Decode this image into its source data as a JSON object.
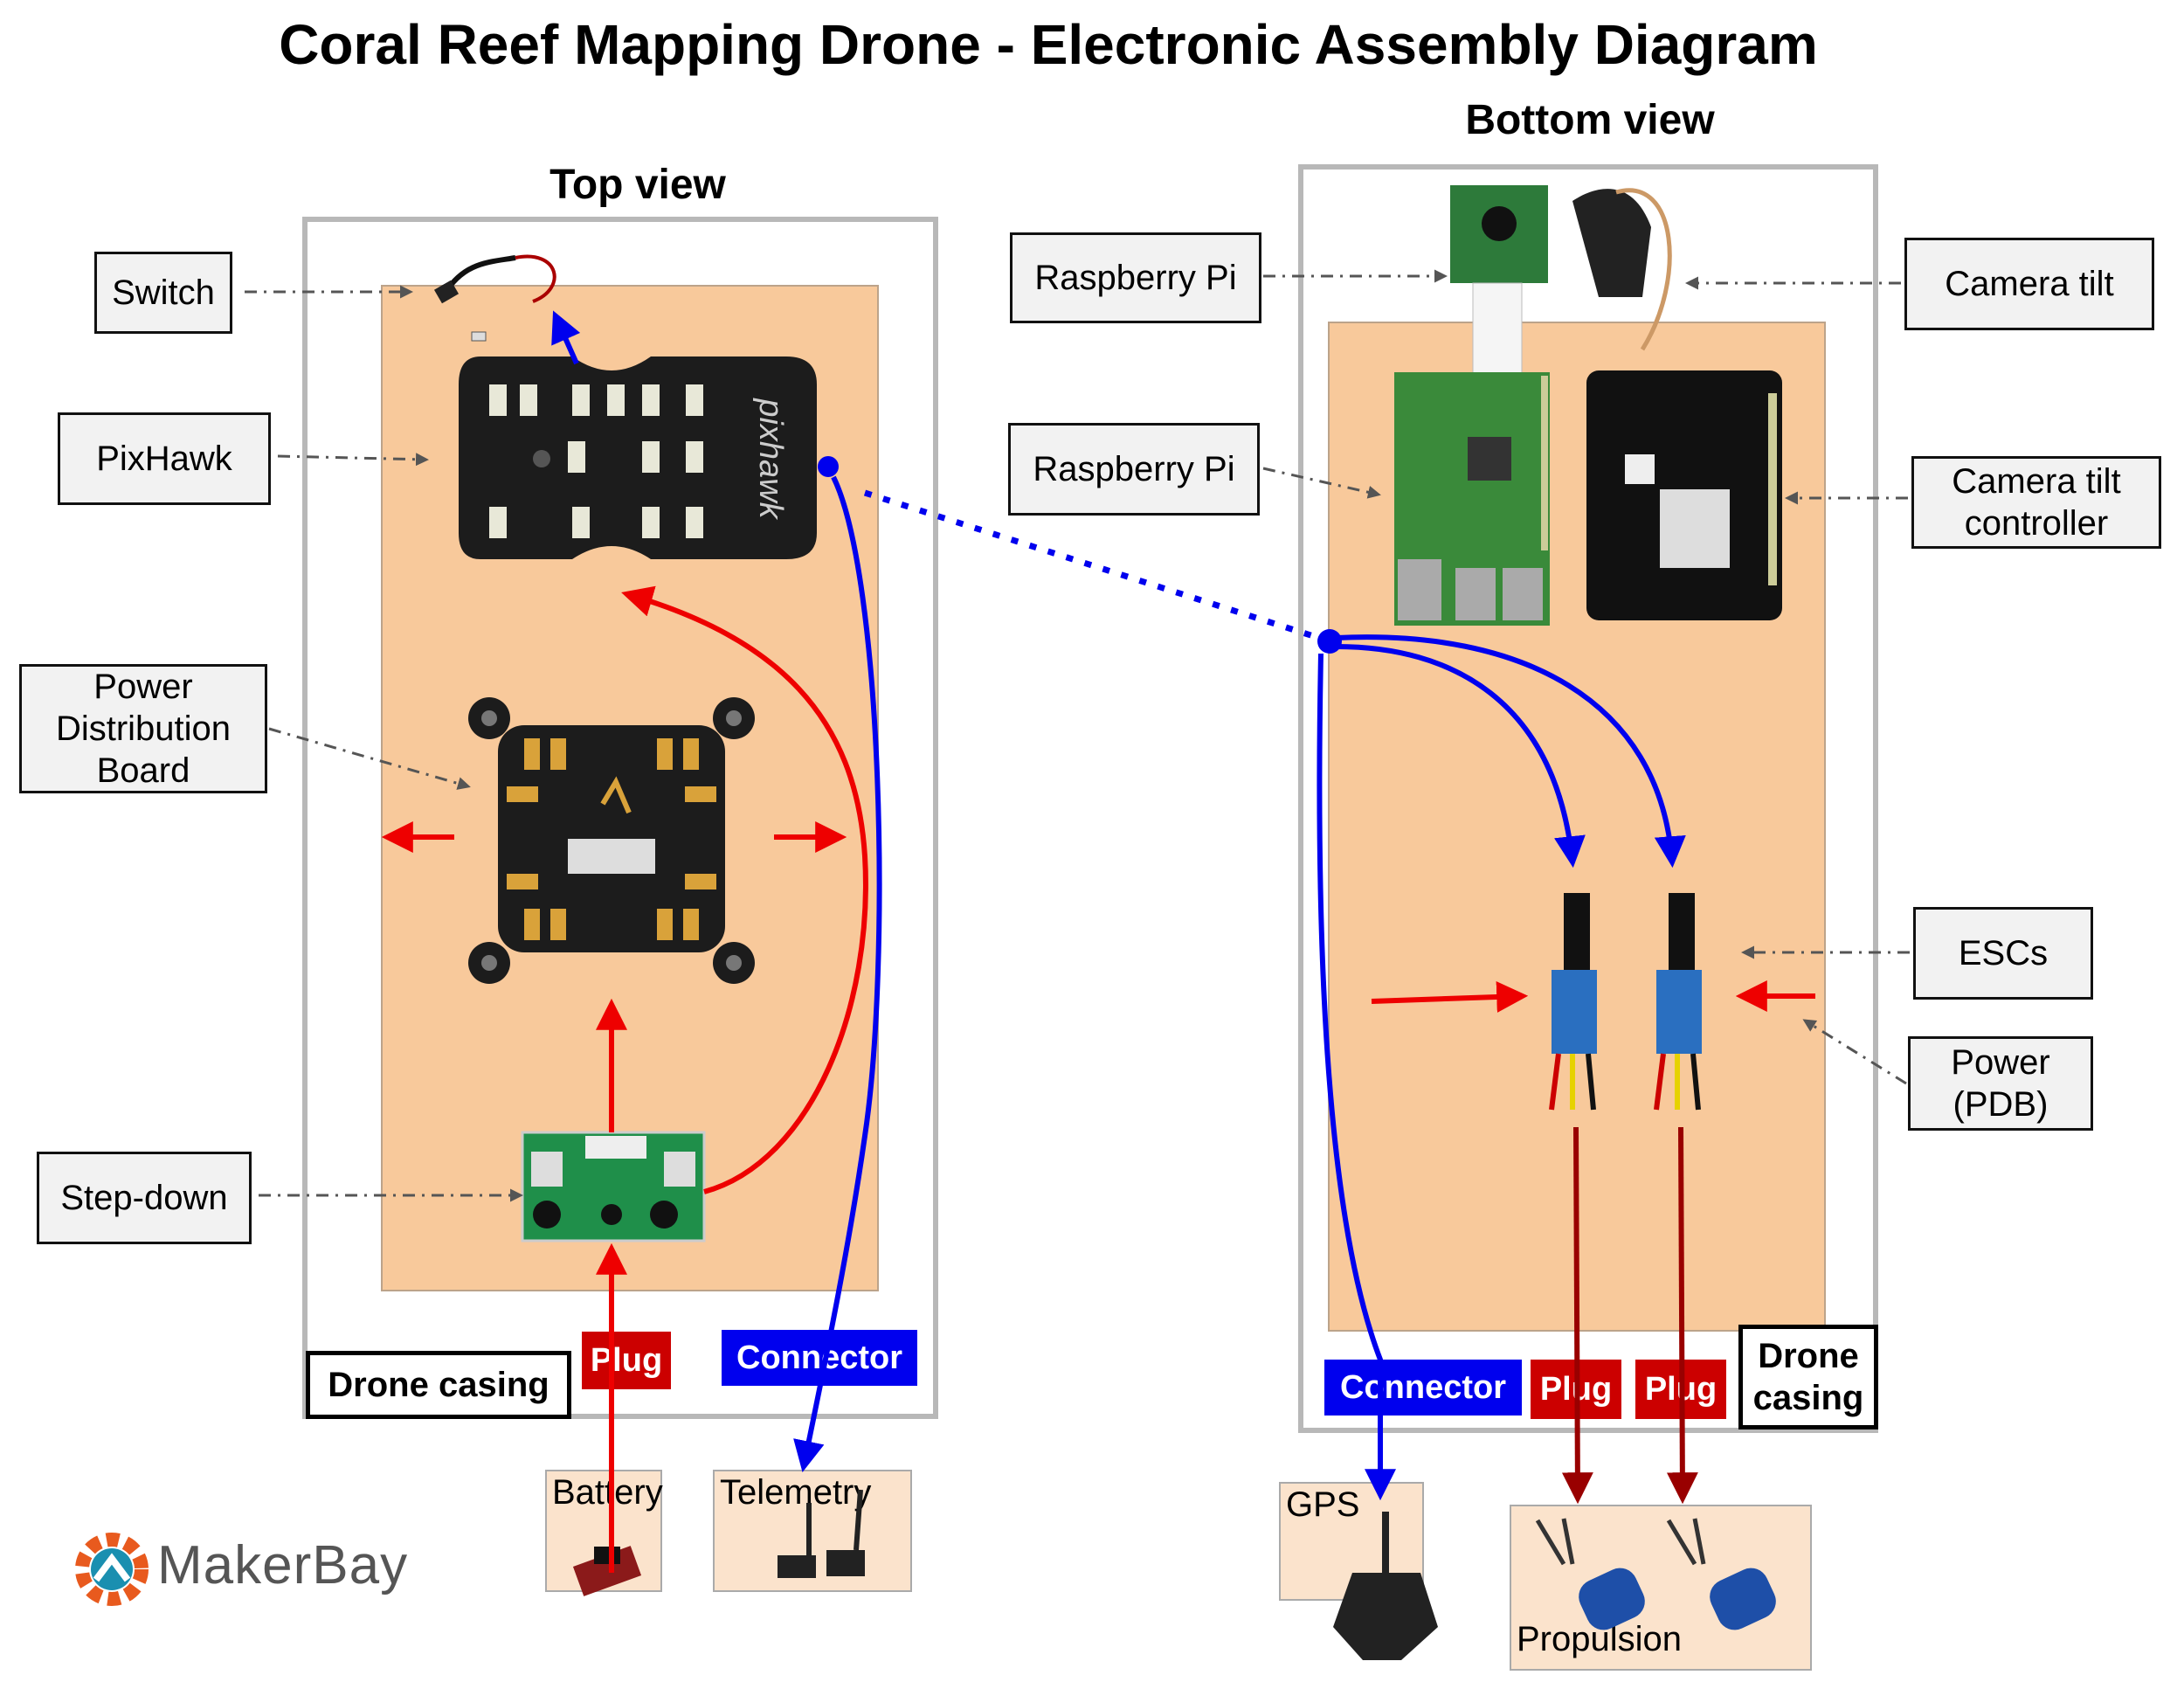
{
  "title": "Coral Reef Mapping Drone - Electronic Assembly Diagram",
  "top_view": {
    "title": "Top view",
    "labels": {
      "switch": "Switch",
      "pixhawk": "PixHawk",
      "pdb": "Power\nDistribution\nBoard",
      "stepdown": "Step-down"
    },
    "casing": "Drone casing",
    "plug": "Plug",
    "connector": "Connector",
    "battery": "Battery",
    "telemetry": "Telemetry",
    "component_text": {
      "pixhawk_logo": "pixhawk"
    }
  },
  "bottom_view": {
    "title": "Bottom view",
    "labels": {
      "raspberry_pi_camera": "Raspberry Pi",
      "raspberry_pi": "Raspberry Pi",
      "camera_tilt": "Camera tilt",
      "camera_tilt_controller": "Camera tilt\ncontroller",
      "escs": "ESCs",
      "power_pdb": "Power\n(PDB)"
    },
    "casing": "Drone\ncasing",
    "connector": "Connector",
    "plug_1": "Plug",
    "plug_2": "Plug",
    "gps": "GPS",
    "propulsion": "Propulsion"
  },
  "logo": "MakerBay",
  "colors": {
    "power_arrow": "#ee0000",
    "signal_arrow": "#0000ee",
    "plug_tag": "#cc0000",
    "connector_tag": "#0000ee",
    "board": "#f8c99b",
    "dark_red_arrow": "#990000"
  }
}
